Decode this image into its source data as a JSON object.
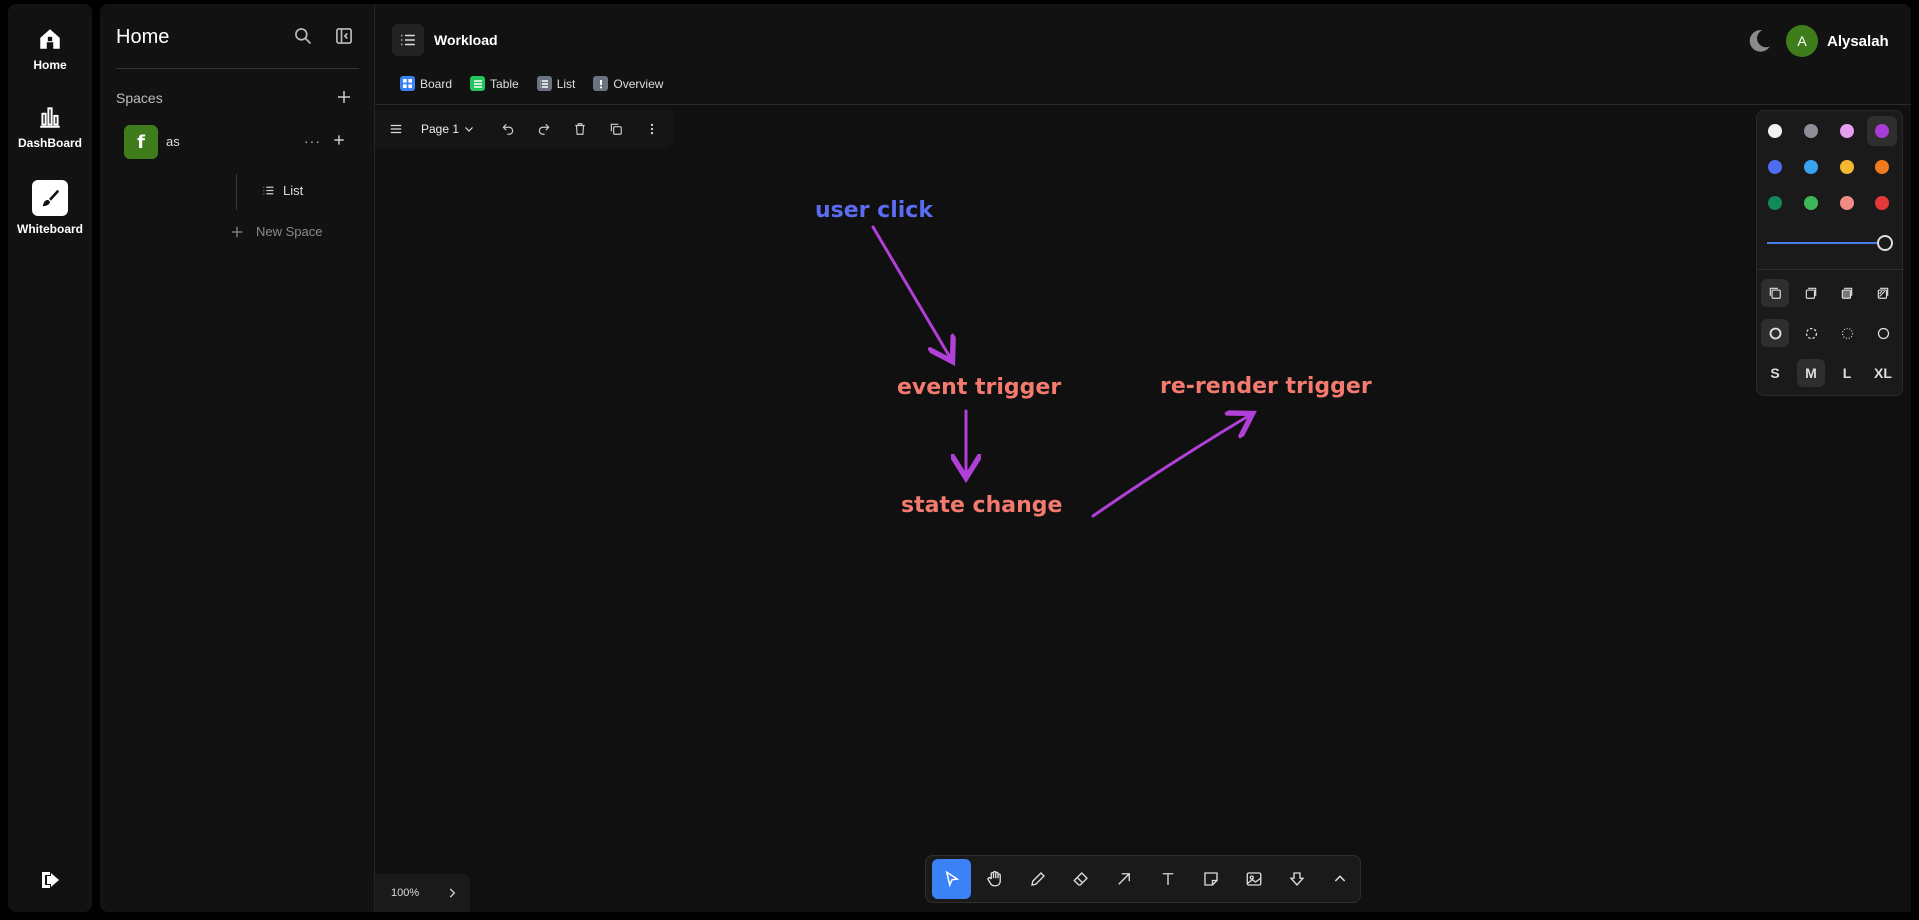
{
  "rail": {
    "home_label": "Home",
    "dashboard_label": "DashBoard",
    "whiteboard_label": "Whiteboard"
  },
  "sidebar": {
    "title": "Home",
    "spaces_label": "Spaces",
    "space": {
      "avatar_letter": "f",
      "name": "as"
    },
    "child_item": "List",
    "new_space_label": "New Space"
  },
  "header": {
    "title": "Workload",
    "user_initial": "A",
    "user_name": "Alysalah"
  },
  "tabs": [
    {
      "label": "Board",
      "color": "#3b82f6"
    },
    {
      "label": "Table",
      "color": "#22c55e"
    },
    {
      "label": "List",
      "color": "#6b7280"
    },
    {
      "label": "Overview",
      "color": "#6b7280"
    }
  ],
  "page_bar": {
    "page_label": "Page 1"
  },
  "canvas": {
    "texts": [
      {
        "text": "user click",
        "color": "#5b6cf0"
      },
      {
        "text": "event trigger",
        "color": "#f47a6f"
      },
      {
        "text": "state change",
        "color": "#f47a6f"
      },
      {
        "text": "re-render trigger",
        "color": "#f47a6f"
      }
    ],
    "arrow_color": "#b040d8"
  },
  "style_panel": {
    "colors": [
      "#f2f2f2",
      "#8e8e98",
      "#e79ef0",
      "#a53dd6",
      "#4f6cf0",
      "#3aa3f0",
      "#f5b82e",
      "#f07a1e",
      "#11895a",
      "#3db75a",
      "#f28b86",
      "#e5383b"
    ],
    "selected_color": "#a53dd6",
    "sizes": [
      "S",
      "M",
      "L",
      "XL"
    ],
    "selected_size": "M"
  },
  "zoom": {
    "value": "100%"
  },
  "toolbar": {
    "tools": [
      "select-tool",
      "hand-tool",
      "pencil-tool",
      "eraser-tool",
      "arrow-tool",
      "text-tool",
      "note-tool",
      "image-tool",
      "more-shapes-tool",
      "expand-tool"
    ],
    "active_tool": "select-tool"
  }
}
